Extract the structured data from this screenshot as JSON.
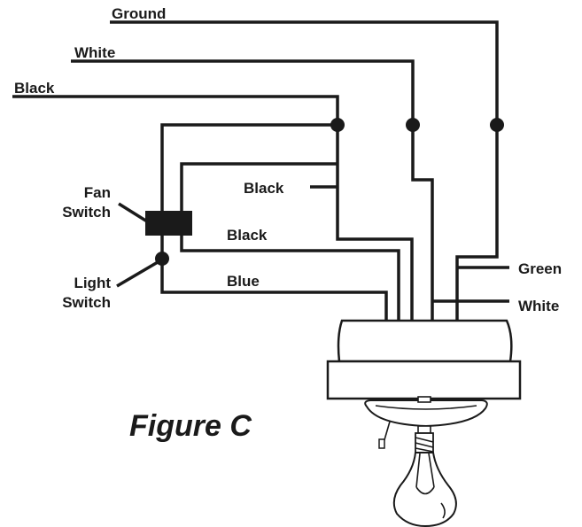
{
  "labels": {
    "ground": "Ground",
    "white_top": "White",
    "black_top": "Black",
    "black_mid": "Black",
    "black_low": "Black",
    "blue": "Blue",
    "green": "Green",
    "white_right": "White",
    "fan_switch_line1": "Fan",
    "fan_switch_line2": "Switch",
    "light_switch_line1": "Light",
    "light_switch_line2": "Switch"
  },
  "figure_caption": "Figure C"
}
